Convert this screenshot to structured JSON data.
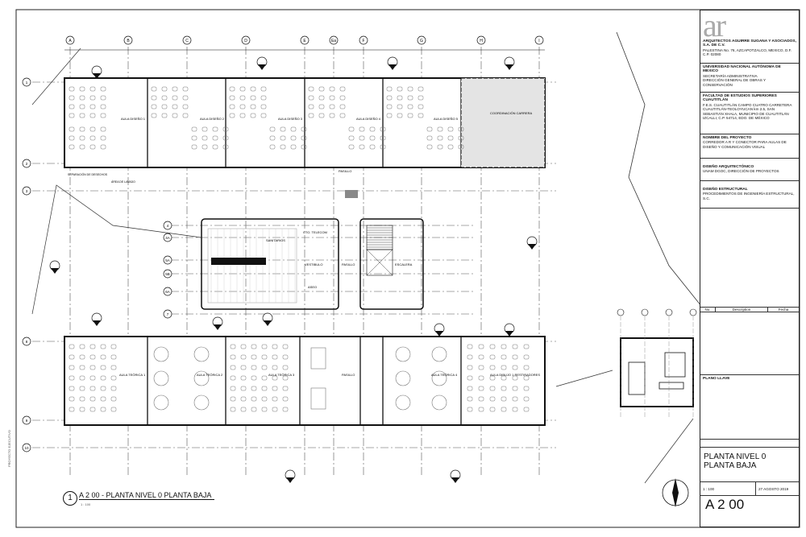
{
  "sheet": {
    "view_caption": "A 2 00 - PLANTA NIVEL 0 PLANTA BAJA",
    "view_number": "1",
    "view_scale": "1 : 100",
    "side_note": "PROYECTO EJECUTIVO"
  },
  "title_block": {
    "logo": "ar",
    "firm_name": "ARQUITECTOS AGUIRRE SUGANA Y ASOCIADOS, S.A. DE C.V.",
    "firm_address": "PALESTINA No. 76, AZCAPOTZALCO, MEXICO, D.F. C.P. 02080",
    "client_name": "UNIVERSIDAD NACIONAL AUTÓNOMA DE MEXICO",
    "client_line1": "SECRETARÍA ADMINISTRATIVA",
    "client_line2": "DIRECCIÓN GENERAL DE OBRAS Y CONSERVACIÓN",
    "faculty_name": "FACULTAD DE ESTUDIOS SUPERIORES CUAUTITLÁN",
    "faculty_address": "F.E.S. CUAUTITLÁN CAMPO CUATRO CARRETERA CUAUTITLÁN-TEOLOYUCAN km 2.5, SAN SEBASTIÁN XHALA, MUNICIPIO DE CUAUTITLÁN IZCALLI, C.P. 54714, EDO. DE MÉXICO",
    "project_label": "NOMBRE DEL PROYECTO",
    "project_name": "CORREDOR A R Y CONECTOR PARA AULAS DE DISEÑO Y COMUNICACIÓN VISUAL",
    "arch_label": "DISEÑO ARQUITECTÓNICO",
    "arch_value": "UNAM DGOC, DIRECCIÓN DE PROYECTOS",
    "struct_label": "DISEÑO ESTRUCTURAL",
    "struct_value": "PROCEDIMIENTOS DE INGENIERÍA ESTRUCTURAL, S.C.",
    "rev_headers": [
      "No.",
      "Description",
      "Fecha"
    ],
    "key_plan_label": "PLANO LLAVE",
    "drawing_title": "PLANTA NIVEL 0 PLANTA BAJA",
    "scale": "1 : 100",
    "date": "27 AGOSTO 2019",
    "sheet_number": "A 2 00"
  },
  "grid": {
    "columns": [
      "A",
      "B",
      "C",
      "D",
      "E",
      "Ea",
      "F",
      "G",
      "H",
      "I"
    ],
    "rows": [
      "1",
      "2",
      "3",
      "4",
      "4A",
      "5A",
      "5B",
      "6A",
      "7",
      "8",
      "9",
      "10"
    ]
  },
  "rooms": {
    "top": [
      "AULA DISEÑO 1",
      "AULA DISEÑO 2",
      "AULA DISEÑO 3",
      "AULA DISEÑO 4",
      "AULA DISEÑO 5",
      "COORDINACIÓN CARRERA"
    ],
    "top_misc": [
      "SEPARACIÓN DE DESECHOS",
      "ÁREA DE LAVADO",
      "PASILLO"
    ],
    "middle": [
      "SANITARIOS",
      "CTO. TELECOM",
      "VESTIBULO",
      "PASILLO",
      "ESCALERA",
      "ASEO"
    ],
    "bottom": [
      "AULA TEÓRICA 1",
      "AULA TEÓRICA 2",
      "AULA TEÓRICA 3",
      "PASILLO",
      "AULA TEÓRICA 4",
      "AULA DIBUJO 1 RESTIRADORES"
    ]
  },
  "colors": {
    "line": "#111111",
    "hatch": "#cfcfcf",
    "light": "#888888"
  }
}
